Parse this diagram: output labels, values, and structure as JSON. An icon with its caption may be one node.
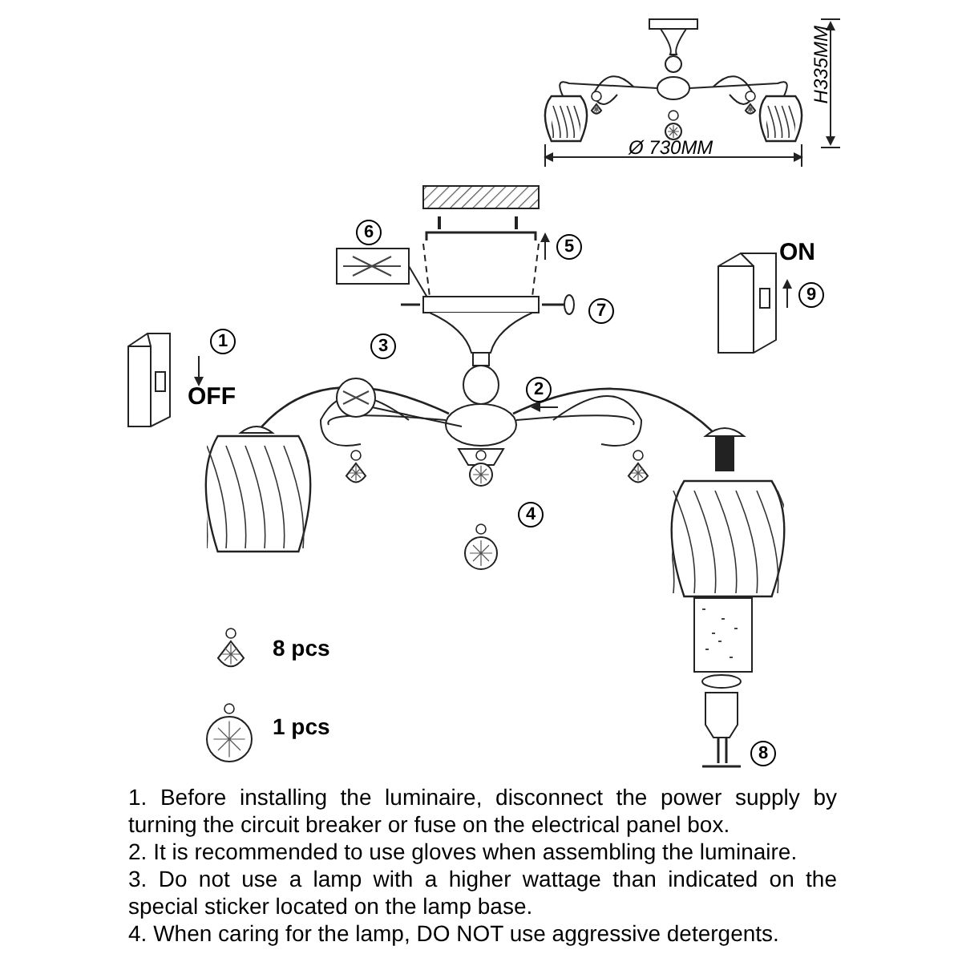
{
  "diagram": {
    "labels": [
      "H335MM",
      "Ø 730MM",
      "6",
      "5",
      "ON",
      "9",
      "7",
      "1",
      "3",
      "2",
      "OFF",
      "4",
      "8 pcs",
      "1 pcs",
      "8",
      "1. Before installing the luminaire, disconnect the power supply by turning the circuit breaker or fuse on the electrical panel box.",
      "2. It is recommended to use gloves when assembling the luminaire.",
      "3. Do not use a lamp with a higher wattage than indicated on the special sticker located on the lamp base.",
      "4. When caring for the lamp, DO NOT use aggressive detergents."
    ]
  }
}
